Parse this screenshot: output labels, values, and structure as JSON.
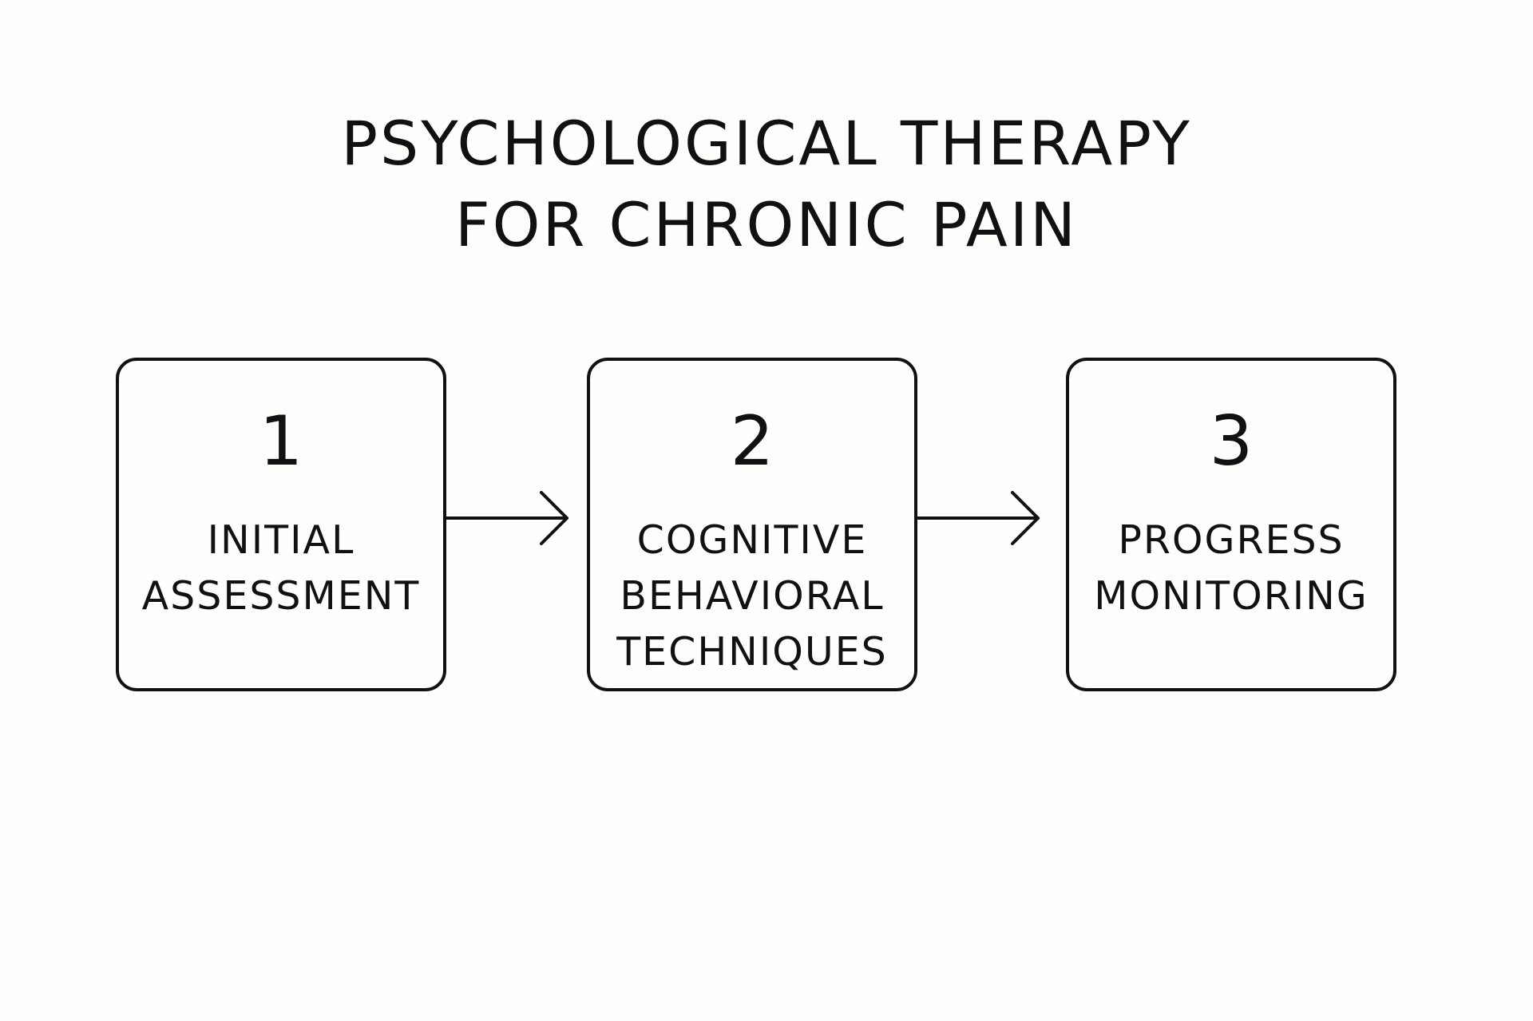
{
  "title": {
    "line1": "PSYCHOLOGICAL THERAPY",
    "line2": "FOR CHRONIC PAIN"
  },
  "steps": [
    {
      "number": "1",
      "label_lines": [
        "INITIAL",
        "ASSESSMENT"
      ]
    },
    {
      "number": "2",
      "label_lines": [
        "COGNITIVE",
        "BEHAVIORAL",
        "TECHNIQUES"
      ]
    },
    {
      "number": "3",
      "label_lines": [
        "PROGRESS",
        "MONITORING"
      ]
    }
  ],
  "colors": {
    "background": "#fefefc",
    "stroke": "#111111"
  },
  "icons": [
    "arrow-right-icon",
    "arrow-right-icon"
  ]
}
